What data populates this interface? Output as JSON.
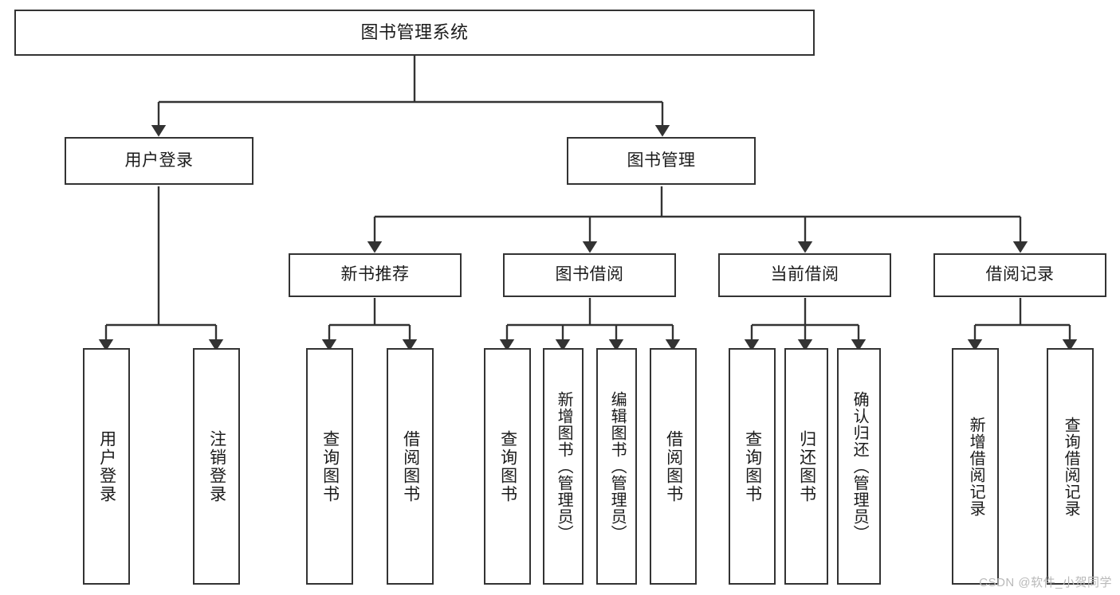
{
  "diagram": {
    "title": "图书管理系统",
    "type": "tree-hierarchy-chart",
    "stroke_color": "#333333",
    "background_color": "#ffffff",
    "text_color": "#1b1b1b"
  },
  "nodes": {
    "root": {
      "label": "图书管理系统",
      "level": 1
    },
    "l2": [
      {
        "id": "user-login",
        "label": "用户登录",
        "level": 2
      },
      {
        "id": "book-management",
        "label": "图书管理",
        "level": 2
      }
    ],
    "l3": [
      {
        "id": "new-book-recommend",
        "label": "新书推荐",
        "level": 3
      },
      {
        "id": "book-borrow",
        "label": "图书借阅",
        "level": 3
      },
      {
        "id": "current-borrow",
        "label": "当前借阅",
        "level": 3
      },
      {
        "id": "borrow-record",
        "label": "借阅记录",
        "level": 3
      }
    ],
    "l4": [
      {
        "id": "leaf-user-login",
        "label": "用户登录",
        "parent": "user-login"
      },
      {
        "id": "leaf-logout-login",
        "label": "注销登录",
        "parent": "user-login"
      },
      {
        "id": "leaf-query-book-1",
        "label": "查询图书",
        "parent": "new-book-recommend"
      },
      {
        "id": "leaf-borrow-book-1",
        "label": "借阅图书",
        "parent": "new-book-recommend"
      },
      {
        "id": "leaf-query-book-2",
        "label": "查询图书",
        "parent": "book-borrow"
      },
      {
        "id": "leaf-add-book",
        "label": "新增图书（管理员）",
        "parent": "book-borrow"
      },
      {
        "id": "leaf-edit-book",
        "label": "编辑图书（管理员）",
        "parent": "book-borrow"
      },
      {
        "id": "leaf-borrow-book-2",
        "label": "借阅图书",
        "parent": "book-borrow"
      },
      {
        "id": "leaf-query-book-3",
        "label": "查询图书",
        "parent": "current-borrow"
      },
      {
        "id": "leaf-return-book",
        "label": "归还图书",
        "parent": "current-borrow"
      },
      {
        "id": "leaf-confirm-return",
        "label": "确认归还（管理员）",
        "parent": "current-borrow"
      },
      {
        "id": "leaf-add-record",
        "label": "新增借阅记录",
        "parent": "borrow-record"
      },
      {
        "id": "leaf-query-record",
        "label": "查询借阅记录",
        "parent": "borrow-record"
      }
    ]
  },
  "watermark": {
    "text": "CSDN @软件_小贺同学"
  }
}
